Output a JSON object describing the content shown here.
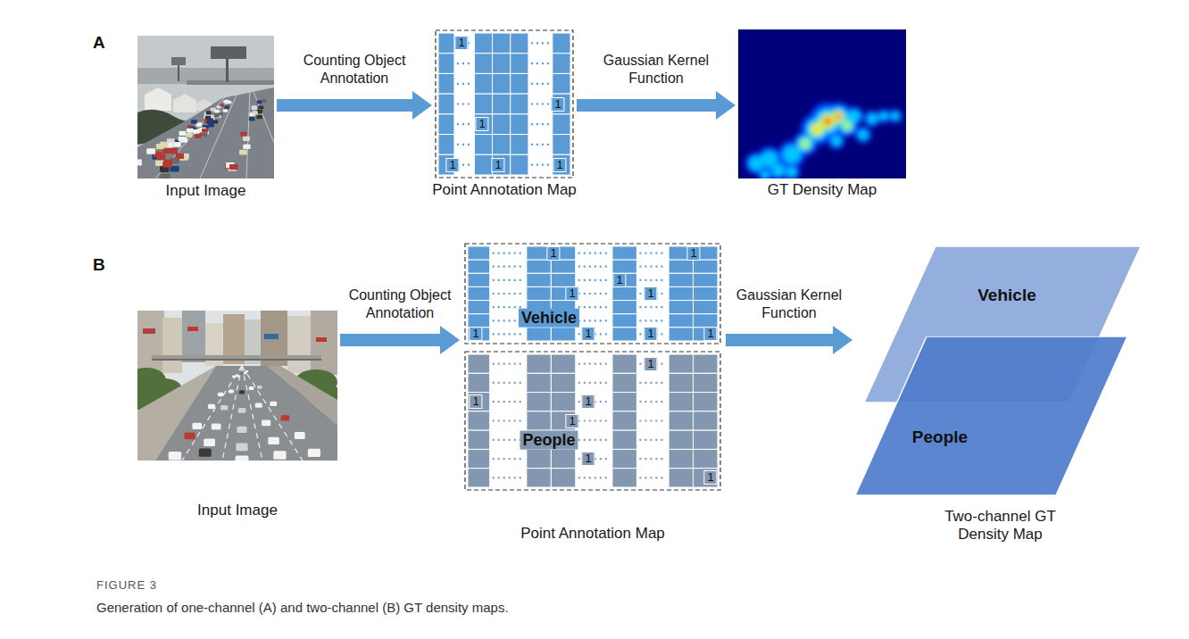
{
  "diagram": {
    "caption": "Generation of one-channel (A) and two-channel (B) GT density maps.",
    "nodes": [
      {
        "text": [
          "Input Image"
        ]
      },
      {
        "text": [
          "Point Annotation Map",
          "1",
          "1",
          "1",
          "1",
          "1",
          "1"
        ]
      },
      {
        "text": [
          "GT Density Map"
        ]
      },
      {
        "text": [
          "Input Image"
        ]
      },
      {
        "text": [
          "Point Annotation Map"
        ]
      },
      {
        "text": [
          "Vehicle",
          "1",
          "1",
          "1",
          "1",
          "1",
          "1",
          "1",
          "1",
          "1"
        ],
        "in": 4
      },
      {
        "text": [
          "People",
          "1",
          "1",
          "1",
          "1",
          "1",
          "1"
        ],
        "in": 4
      },
      {
        "text": [
          "Two-channel GT Density Map"
        ]
      },
      {
        "text": [
          "Vehicle"
        ],
        "in": 7
      },
      {
        "text": [
          "People"
        ],
        "in": 7
      }
    ],
    "edges": [
      {
        "from": 0,
        "to": 1,
        "arrow": "to",
        "label": "Counting Object Annotation"
      },
      {
        "from": 1,
        "to": 2,
        "arrow": "to",
        "label": "Gaussian Kernel Function"
      },
      {
        "from": 3,
        "to": 4,
        "arrow": "to",
        "label": "Counting Object Annotation"
      },
      {
        "from": 4,
        "to": 7,
        "arrow": "to",
        "label": "Gaussian Kernel Function"
      }
    ],
    "labels": [
      "A",
      "B",
      "FIGURE 3"
    ]
  }
}
